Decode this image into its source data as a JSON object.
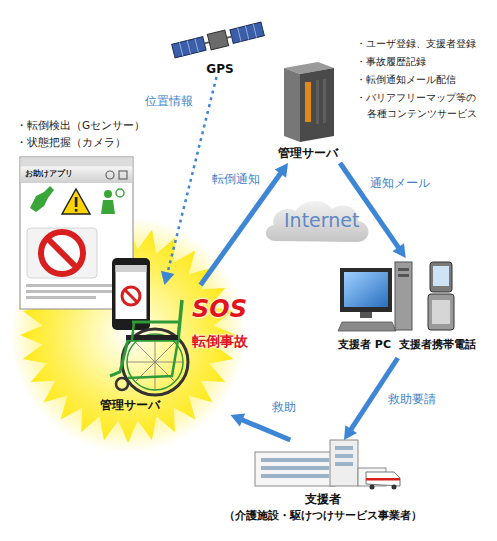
{
  "diagram": {
    "nodes": [
      {
        "text": [
          "GPS"
        ]
      },
      {
        "text": [
          "管理サーバ"
        ]
      },
      {
        "text": [
          "SOS",
          "転倒事故",
          "管理サーバ"
        ]
      },
      {
        "text": [
          "Internet"
        ]
      },
      {
        "text": [
          "支援者 PC",
          "支援者携帯電話"
        ]
      },
      {
        "text": [
          "支援者",
          "（介護施設・駆けつけサービス事業者）"
        ]
      }
    ],
    "edges": [
      {
        "from": 2,
        "to": 1,
        "label": "転倒通知",
        "arrow": "to"
      },
      {
        "from": 1,
        "to": 4,
        "label": "通知メール",
        "arrow": "to"
      },
      {
        "from": 4,
        "to": 5,
        "label": "救助要請",
        "arrow": "to"
      },
      {
        "from": 5,
        "to": 2,
        "label": "救助",
        "arrow": "to"
      },
      {
        "from": 0,
        "to": 2,
        "label": "位置情報",
        "arrow": "to"
      }
    ],
    "labels": [
      "・ユーザ登録、支援者登録",
      "・事故履歴記録",
      "・転倒通知メール配信",
      "・バリアフリーマップ等の",
      "各種コンテンツサービス",
      "・転倒検出（Gセンサー）",
      "・状態把握（カメラ）",
      "お助けアプリ"
    ]
  }
}
